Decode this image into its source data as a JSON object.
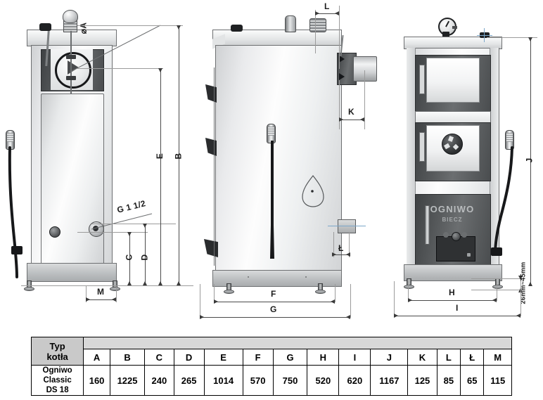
{
  "document": {
    "kind": "technical-dimension-drawing",
    "product": "Ogniwo Classic DS 18"
  },
  "drawings": {
    "front": {
      "name": "front-view",
      "labels": {
        "diameter_a": "⌀A",
        "thread": "G 1 1/2",
        "b": "B",
        "e": "E",
        "d": "D",
        "c": "C",
        "m": "M"
      }
    },
    "side": {
      "name": "side-view",
      "labels": {
        "l": "L",
        "k": "K",
        "lstroke": "Ł",
        "f": "F",
        "g": "G"
      }
    },
    "rear": {
      "name": "rear-view",
      "brand": "OGNIWO",
      "brand_sub": "BIECZ",
      "labels": {
        "j": "J",
        "h": "H",
        "i": "I",
        "foot_range": "26mm~45mm"
      }
    }
  },
  "table": {
    "corner_header_line1": "Typ",
    "corner_header_line2": "kotła",
    "letters": [
      "A",
      "B",
      "C",
      "D",
      "E",
      "F",
      "G",
      "H",
      "I",
      "J",
      "K",
      "L",
      "Ł",
      "M"
    ],
    "rows": [
      {
        "model_line1": "Ogniwo",
        "model_line2": "Classic",
        "model_line3": "DS 18",
        "values": [
          "160",
          "1225",
          "240",
          "265",
          "1014",
          "570",
          "750",
          "520",
          "620",
          "1167",
          "125",
          "85",
          "65",
          "115"
        ]
      }
    ]
  },
  "colors": {
    "table_header_gray": "#c9c9c9",
    "table_blank_gray": "#d8d8d8",
    "line": "#4a4a4a",
    "ext_line": "#9b9b9b",
    "body_dark": "#4a4d4f"
  }
}
